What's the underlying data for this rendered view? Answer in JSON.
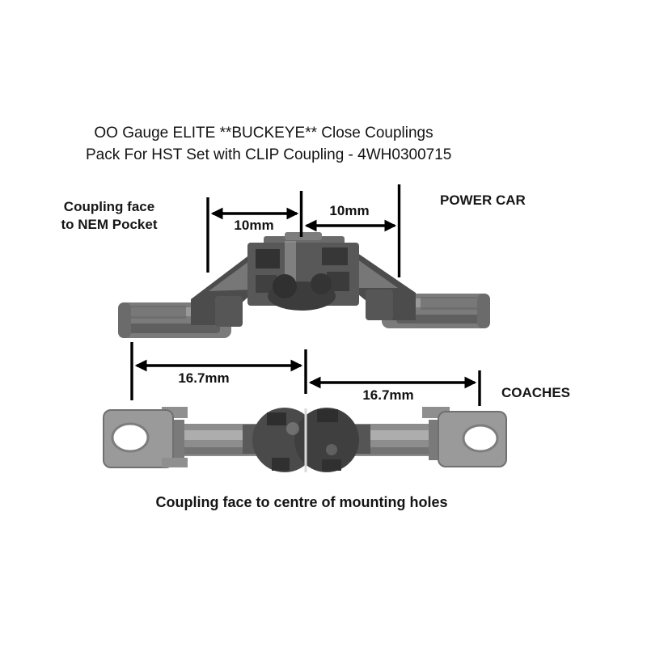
{
  "title": {
    "line1": "OO Gauge ELITE **BUCKEYE**  Close Couplings",
    "line2": "Pack For HST Set with CLIP Coupling - 4WH0300715"
  },
  "power_car_section": {
    "label": "POWER CAR",
    "side_note_line1": "Coupling face",
    "side_note_line2": "to NEM Pocket",
    "dim_left": "10mm",
    "dim_right": "10mm"
  },
  "coaches_section": {
    "label": "COACHES",
    "dim_left": "16.7mm",
    "dim_right": "16.7mm"
  },
  "caption": "Coupling face to centre of mounting holes",
  "colors": {
    "line": "#000000",
    "text": "#141414",
    "part_light_gray": "#9a9a9a",
    "part_mid_gray": "#7b7b7b",
    "part_dark_gray": "#3f3f3f",
    "background": "#ffffff"
  }
}
